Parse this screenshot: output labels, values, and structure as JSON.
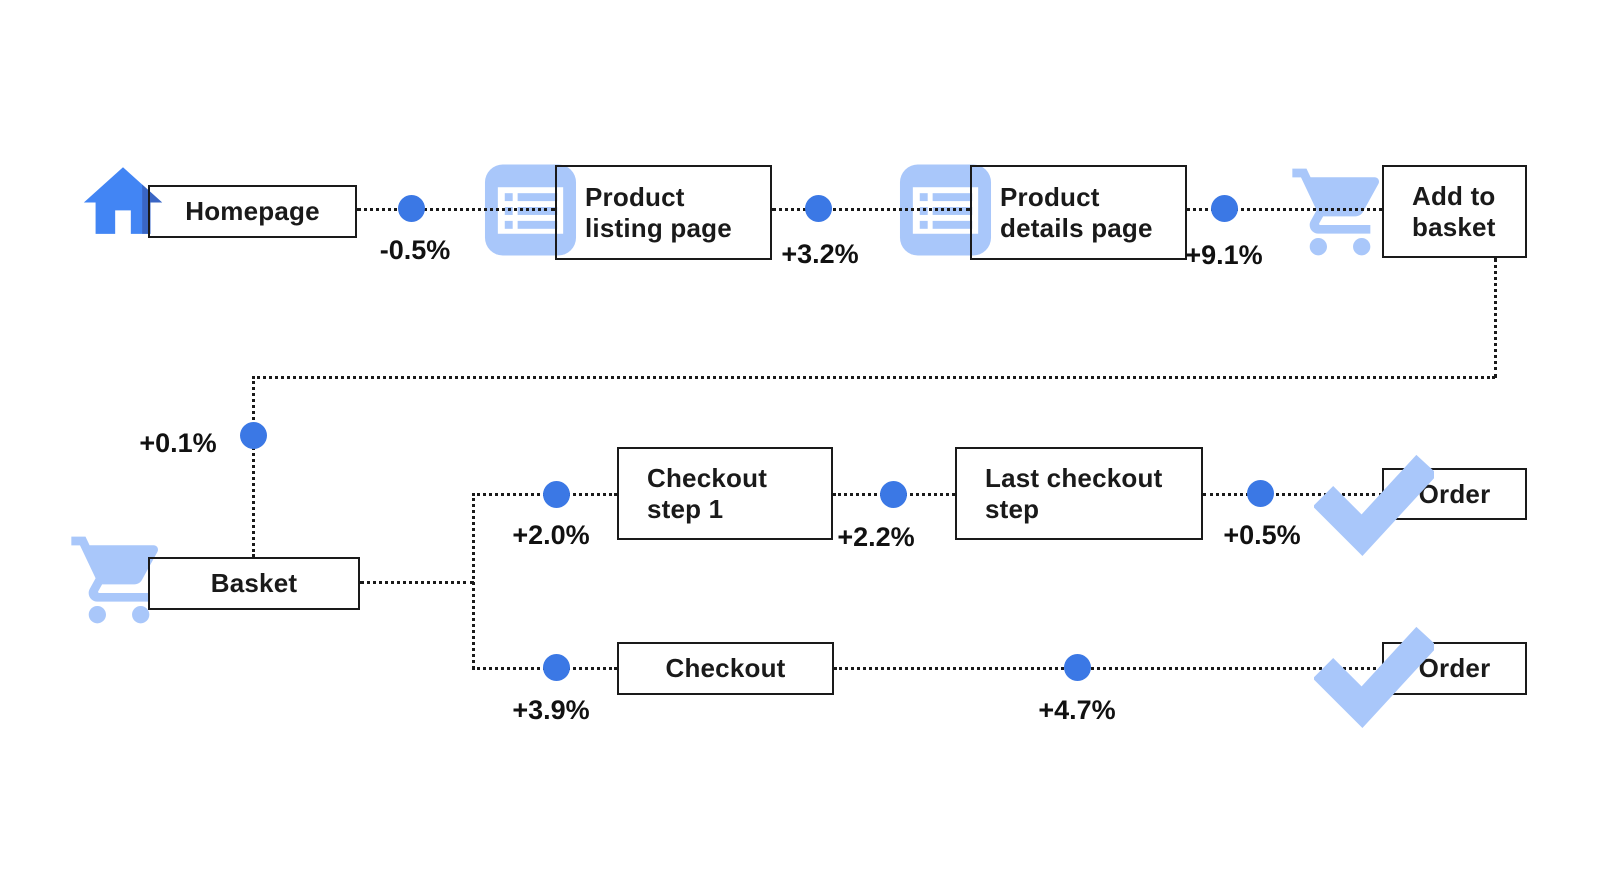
{
  "diagram": {
    "colors": {
      "node_border": "#1a1a1a",
      "text": "#1a1a1a",
      "dot_blue": "#3b78e5",
      "icon_light_blue": "#a9c7fa",
      "home_blue": "#4285f4",
      "home_blue_dark": "#3a66c4",
      "connector_black": "#1a1a1a",
      "background": "#ffffff"
    },
    "nodes": {
      "homepage": {
        "label": "Homepage",
        "icon": "home-icon"
      },
      "product_listing": {
        "label": "Product\nlisting page",
        "icon": "list-icon"
      },
      "product_details": {
        "label": "Product\ndetails page",
        "icon": "list-icon"
      },
      "add_to_basket": {
        "label": "Add to\nbasket",
        "icon": "cart-icon"
      },
      "basket": {
        "label": "Basket",
        "icon": "cart-icon"
      },
      "checkout_step_1": {
        "label": "Checkout\nstep 1"
      },
      "last_checkout_step": {
        "label": "Last checkout\nstep"
      },
      "order_top": {
        "label": "Order",
        "icon": "check-icon"
      },
      "checkout": {
        "label": "Checkout"
      },
      "order_bottom": {
        "label": "Order",
        "icon": "check-icon"
      }
    },
    "edges": {
      "homepage_to_listing": "-0.5%",
      "listing_to_details": "+3.2%",
      "details_to_add_to_basket": "+9.1%",
      "add_to_basket_to_basket": "+0.1%",
      "basket_to_checkout_step_1": "+2.0%",
      "checkout_step_1_to_last_checkout": "+2.2%",
      "last_checkout_to_order": "+0.5%",
      "basket_to_checkout": "+3.9%",
      "checkout_to_order": "+4.7%"
    }
  }
}
